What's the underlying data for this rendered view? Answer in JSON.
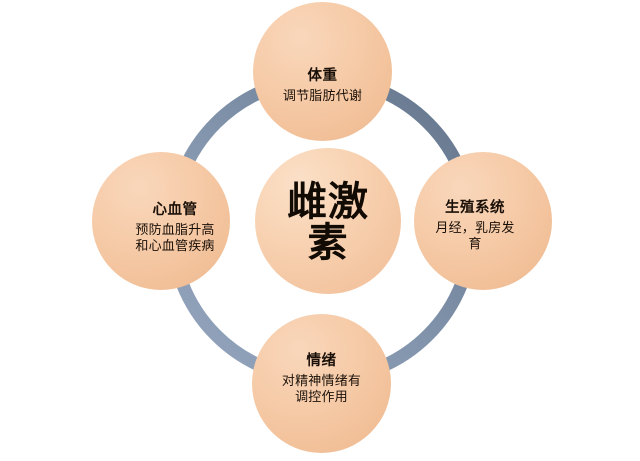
{
  "diagram": {
    "type": "hub-and-spoke cycle",
    "background_color": "#ffffff",
    "ring_color_light": "#93a4bc",
    "ring_color_dark": "#67788f",
    "node_fill_color": "#f5c9a5",
    "center_fill_color": "#f8d5b6",
    "text_color": "#1a1008",
    "center": {
      "label": "雌激素"
    },
    "nodes": [
      {
        "id": "weight",
        "position": "top",
        "title": "体重",
        "desc_lines": [
          "调节脂肪代谢"
        ]
      },
      {
        "id": "reproductive-system",
        "position": "right",
        "title": "生殖系统",
        "desc_lines": [
          "月经，乳房发",
          "育"
        ]
      },
      {
        "id": "mood",
        "position": "bottom",
        "title": "情绪",
        "desc_lines": [
          "对精神情绪有",
          "调控作用"
        ]
      },
      {
        "id": "cardiovascular",
        "position": "left",
        "title": "心血管",
        "desc_lines": [
          "预防血脂升高",
          "和心血管疾病"
        ]
      }
    ]
  }
}
